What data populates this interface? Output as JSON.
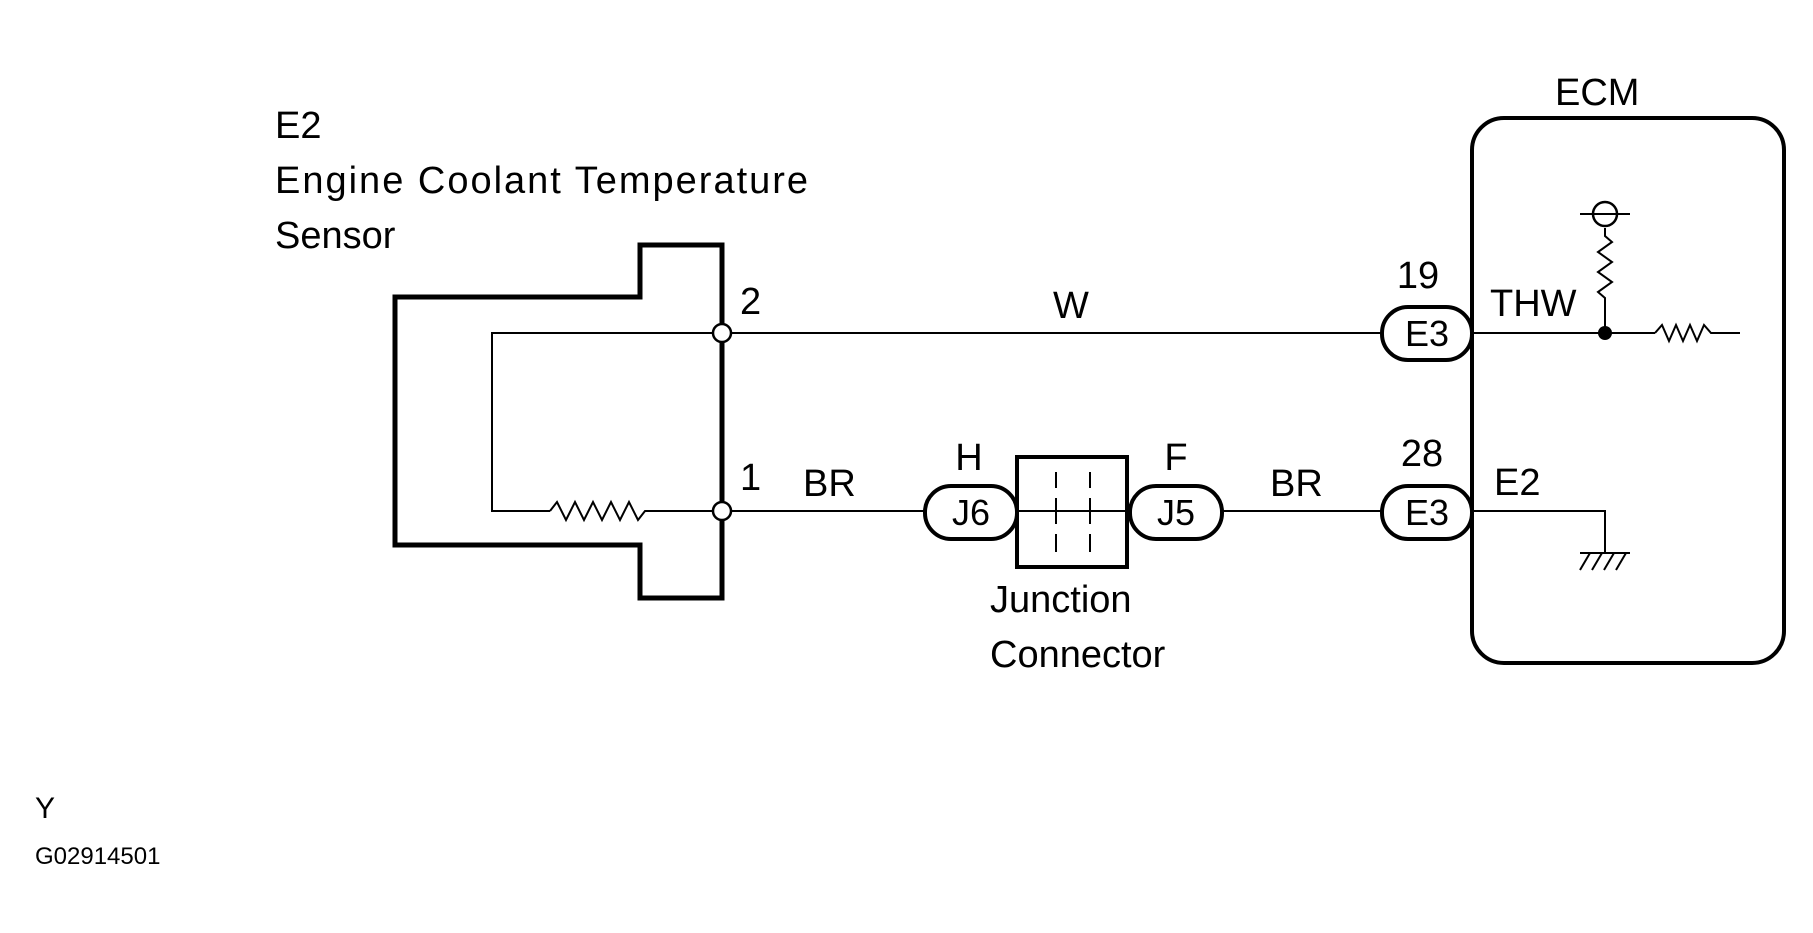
{
  "sensor": {
    "code": "E2",
    "name_line1": "Engine Coolant Temperature",
    "name_line2": "Sensor",
    "pin_top": "2",
    "pin_bottom": "1"
  },
  "wires": {
    "top_color": "W",
    "bottom_left_color": "BR",
    "bottom_right_color": "BR"
  },
  "junction": {
    "label_line1": "Junction",
    "label_line2": "Connector",
    "left_connector": "J6",
    "left_terminal": "H",
    "right_connector": "J5",
    "right_terminal": "F"
  },
  "ecm": {
    "title": "ECM",
    "thw_pin": "19",
    "thw_connector": "E3",
    "thw_signal": "THW",
    "e2_pin": "28",
    "e2_connector": "E3",
    "e2_signal": "E2"
  },
  "footer": {
    "letter": "Y",
    "figure_code": "G02914501"
  }
}
